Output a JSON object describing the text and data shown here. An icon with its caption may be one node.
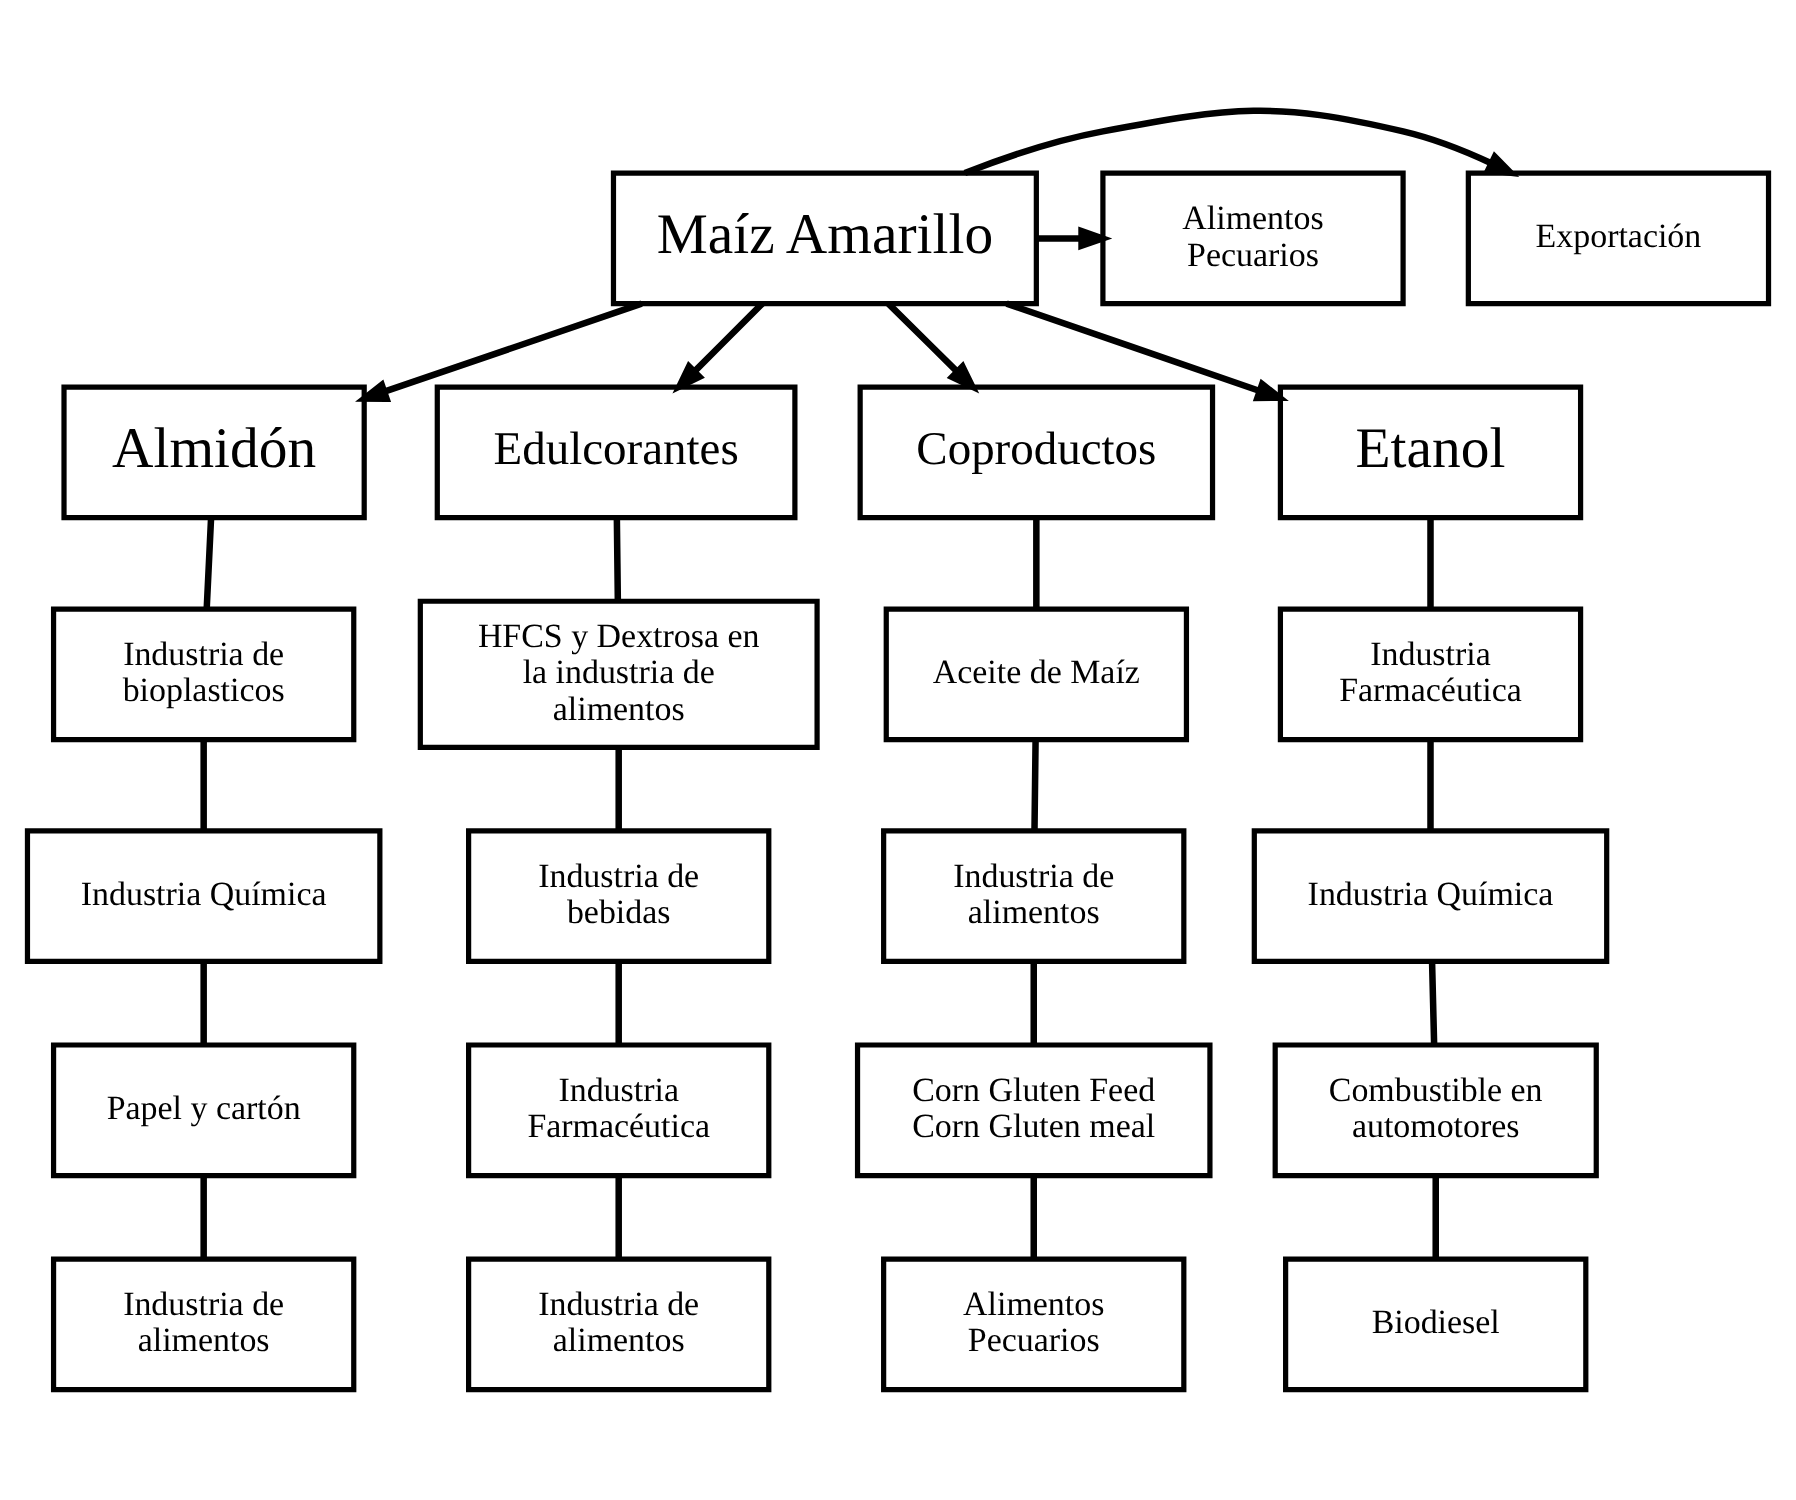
{
  "diagram": {
    "nodes": [
      {
        "text": [
          "Exportación"
        ]
      },
      {
        "text": [
          "Maíz Amarillo"
        ]
      },
      {
        "text": [
          "Alimentos Pecuarios"
        ]
      },
      {
        "text": [
          "Almidón"
        ]
      },
      {
        "text": [
          "Edulcorantes"
        ]
      },
      {
        "text": [
          "Coproductos"
        ]
      },
      {
        "text": [
          "Etanol"
        ]
      },
      {
        "text": [
          "Industria de bioplasticos"
        ]
      },
      {
        "text": [
          "HFCS y Dextrosa en la industria de alimentos"
        ]
      },
      {
        "text": [
          "Aceite de Maíz"
        ]
      },
      {
        "text": [
          "Industria Farmacéutica"
        ]
      },
      {
        "text": [
          "Industria Química"
        ]
      },
      {
        "text": [
          "Industria de bebidas"
        ]
      },
      {
        "text": [
          "Industria de alimentos"
        ]
      },
      {
        "text": [
          "Industria Química"
        ]
      },
      {
        "text": [
          "Papel y cartón"
        ]
      },
      {
        "text": [
          "Industria Farmacéutica"
        ]
      },
      {
        "text": [
          "Corn Gluten Feed Corn Gluten meal"
        ]
      },
      {
        "text": [
          "Combustible en automotores"
        ]
      },
      {
        "text": [
          "Industria de alimentos"
        ]
      },
      {
        "text": [
          "Industria de alimentos"
        ]
      },
      {
        "text": [
          "Alimentos Pecuarios"
        ]
      },
      {
        "text": [
          "Biodiesel"
        ]
      }
    ],
    "edges": [
      {
        "from": 1,
        "to": 0,
        "arrow": "to"
      },
      {
        "from": 1,
        "to": 2,
        "arrow": "to"
      },
      {
        "from": 1,
        "to": 3,
        "arrow": "to"
      },
      {
        "from": 1,
        "to": 4,
        "arrow": "to"
      },
      {
        "from": 1,
        "to": 5,
        "arrow": "to"
      },
      {
        "from": 1,
        "to": 6,
        "arrow": "to"
      },
      {
        "from": 3,
        "to": 7,
        "arrow": "none"
      },
      {
        "from": 7,
        "to": 11,
        "arrow": "none"
      },
      {
        "from": 11,
        "to": 15,
        "arrow": "none"
      },
      {
        "from": 15,
        "to": 19,
        "arrow": "none"
      },
      {
        "from": 4,
        "to": 8,
        "arrow": "none"
      },
      {
        "from": 8,
        "to": 12,
        "arrow": "none"
      },
      {
        "from": 12,
        "to": 16,
        "arrow": "none"
      },
      {
        "from": 16,
        "to": 20,
        "arrow": "none"
      },
      {
        "from": 5,
        "to": 9,
        "arrow": "none"
      },
      {
        "from": 9,
        "to": 13,
        "arrow": "none"
      },
      {
        "from": 13,
        "to": 17,
        "arrow": "none"
      },
      {
        "from": 17,
        "to": 21,
        "arrow": "none"
      },
      {
        "from": 6,
        "to": 10,
        "arrow": "none"
      },
      {
        "from": 10,
        "to": 14,
        "arrow": "none"
      },
      {
        "from": 14,
        "to": 18,
        "arrow": "none"
      },
      {
        "from": 18,
        "to": 22,
        "arrow": "none"
      }
    ]
  }
}
